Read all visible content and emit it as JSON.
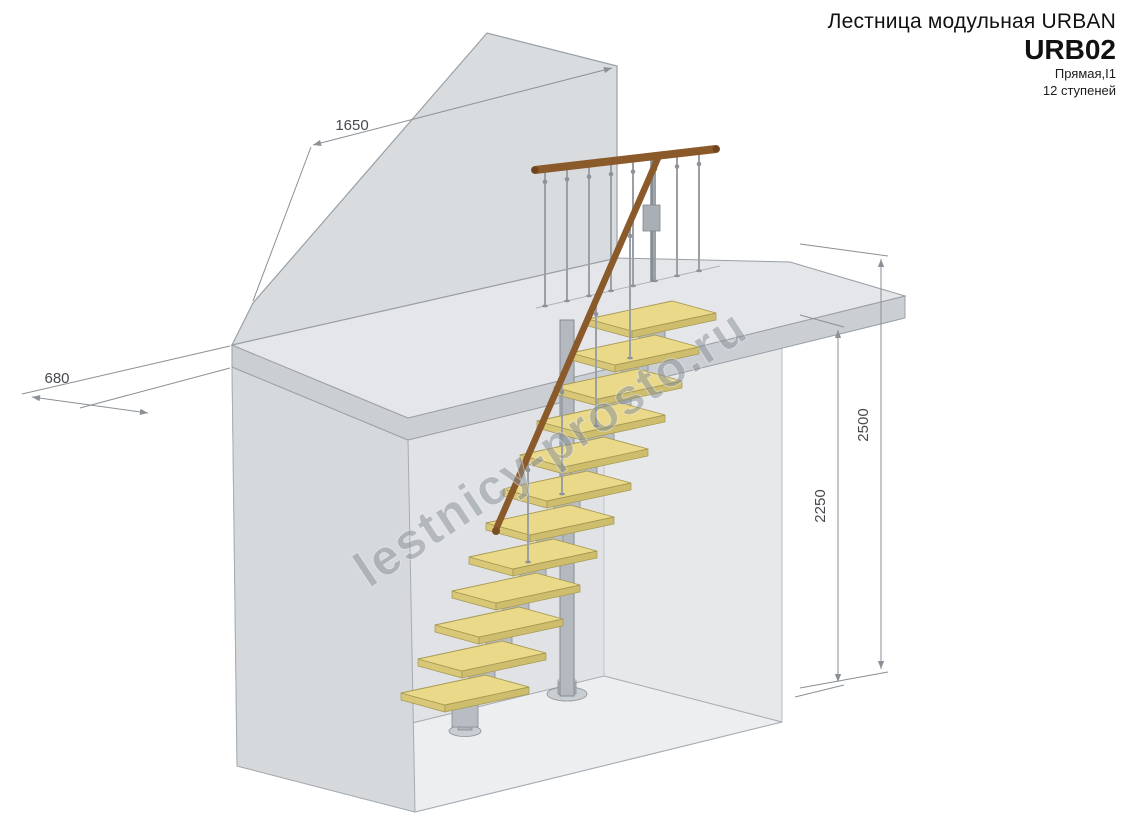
{
  "title_block": {
    "product_line": "Лестница модульная URBAN",
    "model": "URB02",
    "type": "Прямая,I1",
    "steps": "12 ступеней"
  },
  "dimensions": {
    "wall_top_width": "1650",
    "landing_depth": "680",
    "floor_to_landing_height": "2250",
    "total_height": "2500"
  },
  "watermark": "lestnicy-prosto.ru",
  "drawing": {
    "colors": {
      "tread": "#ead989",
      "metal_module": "#b7bdc3",
      "handrail": "#8a5a2b",
      "wall": "#d9dcdf",
      "dimension_line": "#8a9096"
    }
  }
}
